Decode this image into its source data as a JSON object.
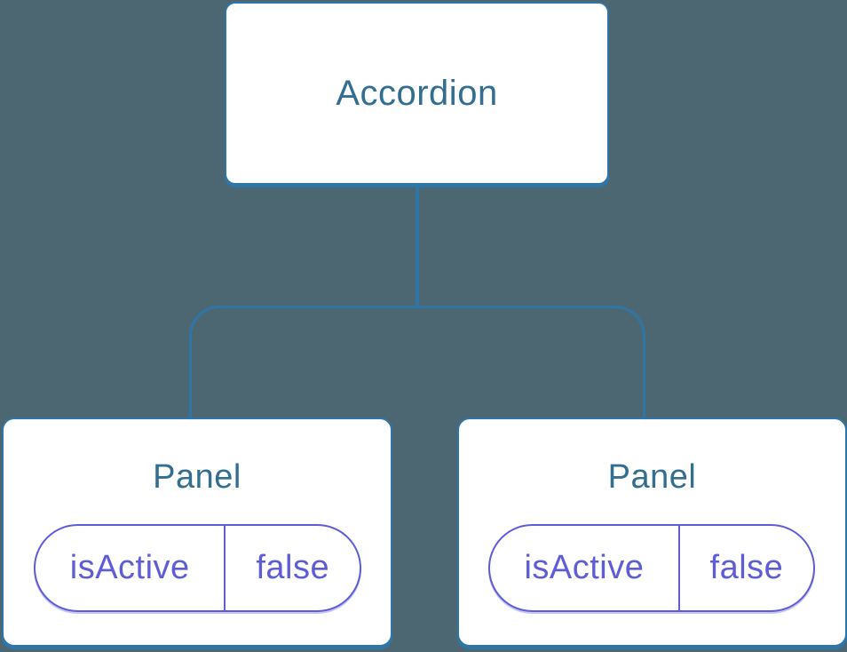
{
  "diagram": {
    "type": "component-tree",
    "root": {
      "label": "Accordion"
    },
    "children": [
      {
        "label": "Panel",
        "state": {
          "name": "isActive",
          "value": "false"
        }
      },
      {
        "label": "Panel",
        "state": {
          "name": "isActive",
          "value": "false"
        }
      }
    ],
    "connectors": {
      "style": "parent-stem-with-rounded-bracket-to-two-children"
    },
    "colors": {
      "background": "#4D6772",
      "node_fill": "#FFFFFF",
      "node_border": "#2E76A8",
      "node_label": "#336E91",
      "connector_line": "#2E76A8",
      "state_pill_border": "#5E5CD6",
      "state_pill_text": "#5E5CD6"
    }
  }
}
